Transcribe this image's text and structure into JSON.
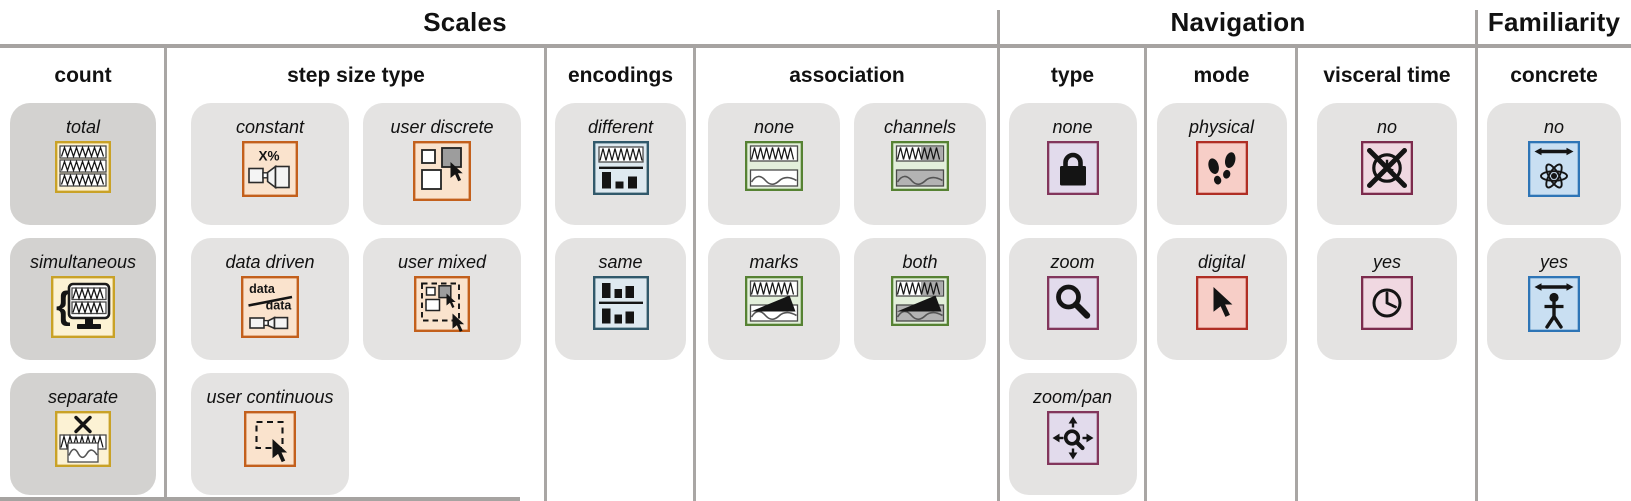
{
  "sections": [
    {
      "title": "Scales",
      "columns": [
        {
          "header": "count",
          "palette": {
            "card_bg": "#d3d2d0",
            "icon_bg": "#fcf2d4",
            "icon_border": "#c9a227"
          },
          "items": [
            {
              "label": "total",
              "icon": "stacked-waveforms-icon"
            },
            {
              "label": "simultaneous",
              "icon": "monitor-waveforms-icon"
            },
            {
              "label": "separate",
              "icon": "separated-waveforms-icon"
            }
          ]
        },
        {
          "header": "step size type",
          "palette": {
            "card_bg": "#e4e3e2",
            "icon_bg": "#fae3cd",
            "icon_border": "#c3601c"
          },
          "items": [
            {
              "label": "constant",
              "icon": "percent-step-icon"
            },
            {
              "label": "user discrete",
              "icon": "squares-cursor-icon"
            },
            {
              "label": "data driven",
              "icon": "data-ratio-icon"
            },
            {
              "label": "user mixed",
              "icon": "dashed-squares-cursor-icon"
            },
            {
              "label": "user continuous",
              "icon": "dashed-region-cursor-icon"
            }
          ]
        },
        {
          "header": "encodings",
          "palette": {
            "card_bg": "#e4e3e2",
            "icon_bg": "#dee9f0",
            "icon_border": "#31596b"
          },
          "items": [
            {
              "label": "different",
              "icon": "waveform-over-bars-icon"
            },
            {
              "label": "same",
              "icon": "bars-over-bars-icon"
            }
          ]
        },
        {
          "header": "association",
          "palette": {
            "card_bg": "#e4e3e2",
            "icon_bg": "#e3efdb",
            "icon_border": "#568233"
          },
          "items": [
            {
              "label": "none",
              "icon": "waveform-pair-icon"
            },
            {
              "label": "channels",
              "icon": "waveform-pair-shaded-icon"
            },
            {
              "label": "marks",
              "icon": "waveform-wedge-icon"
            },
            {
              "label": "both",
              "icon": "waveform-wedge-shaded-icon"
            }
          ]
        }
      ]
    },
    {
      "title": "Navigation",
      "columns": [
        {
          "header": "type",
          "palette": {
            "card_bg": "#e4e3e2",
            "icon_bg": "#e2dbec",
            "icon_border": "#82365c"
          },
          "items": [
            {
              "label": "none",
              "icon": "lock-icon"
            },
            {
              "label": "zoom",
              "icon": "magnifier-icon"
            },
            {
              "label": "zoom/pan",
              "icon": "magnifier-pan-arrows-icon"
            }
          ]
        },
        {
          "header": "mode",
          "palette": {
            "card_bg": "#e4e3e2",
            "icon_bg": "#f7cec7",
            "icon_border": "#b02e24"
          },
          "items": [
            {
              "label": "physical",
              "icon": "footprints-icon"
            },
            {
              "label": "digital",
              "icon": "cursor-icon"
            }
          ]
        },
        {
          "header": "visceral time",
          "palette": {
            "card_bg": "#e4e3e2",
            "icon_bg": "#f0d8e1",
            "icon_border": "#7c2b4d"
          },
          "items": [
            {
              "label": "no",
              "icon": "clock-crossed-icon"
            },
            {
              "label": "yes",
              "icon": "clock-icon"
            }
          ]
        }
      ]
    },
    {
      "title": "Familiarity",
      "columns": [
        {
          "header": "concrete",
          "palette": {
            "card_bg": "#e4e3e2",
            "icon_bg": "#c9dff2",
            "icon_border": "#2e75b6"
          },
          "items": [
            {
              "label": "no",
              "icon": "atom-arrow-icon"
            },
            {
              "label": "yes",
              "icon": "person-arrow-icon"
            }
          ]
        }
      ]
    }
  ],
  "lines": {
    "divider_color": "#a6a3a1"
  }
}
